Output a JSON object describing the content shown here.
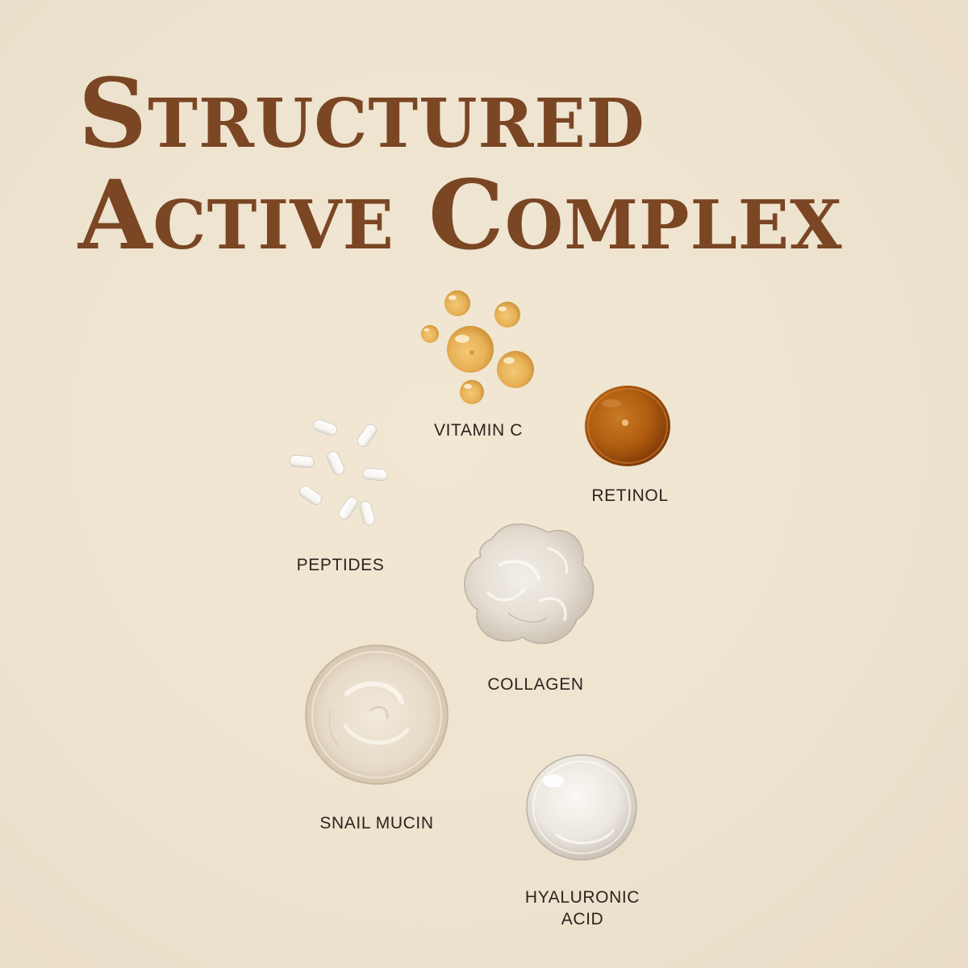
{
  "title": {
    "line1": "Structured",
    "line2": "Active Complex"
  },
  "ingredients": {
    "vitamin_c": {
      "label": "VITAMIN C",
      "icon": "vitamin-c-droplets-icon",
      "color": "#e9b35a"
    },
    "retinol": {
      "label": "RETINOL",
      "icon": "retinol-oil-drop-icon",
      "color": "#b7600e"
    },
    "peptides": {
      "label": "PEPTIDES",
      "icon": "peptide-capsules-icon",
      "color": "#ffffff"
    },
    "collagen": {
      "label": "COLLAGEN",
      "icon": "collagen-gel-icon",
      "color": "#e6ddd0"
    },
    "snail_mucin": {
      "label": "SNAIL MUCIN",
      "icon": "snail-mucin-swatch-icon",
      "color": "#e4d4bd"
    },
    "hyaluronic_acid": {
      "line1": "HYALURONIC",
      "line2": "ACID",
      "icon": "hyaluronic-acid-drop-icon",
      "color": "#f2eee7"
    }
  },
  "colors": {
    "background": "#eee5d2",
    "title": "#7b4623",
    "label": "#2b241e"
  }
}
